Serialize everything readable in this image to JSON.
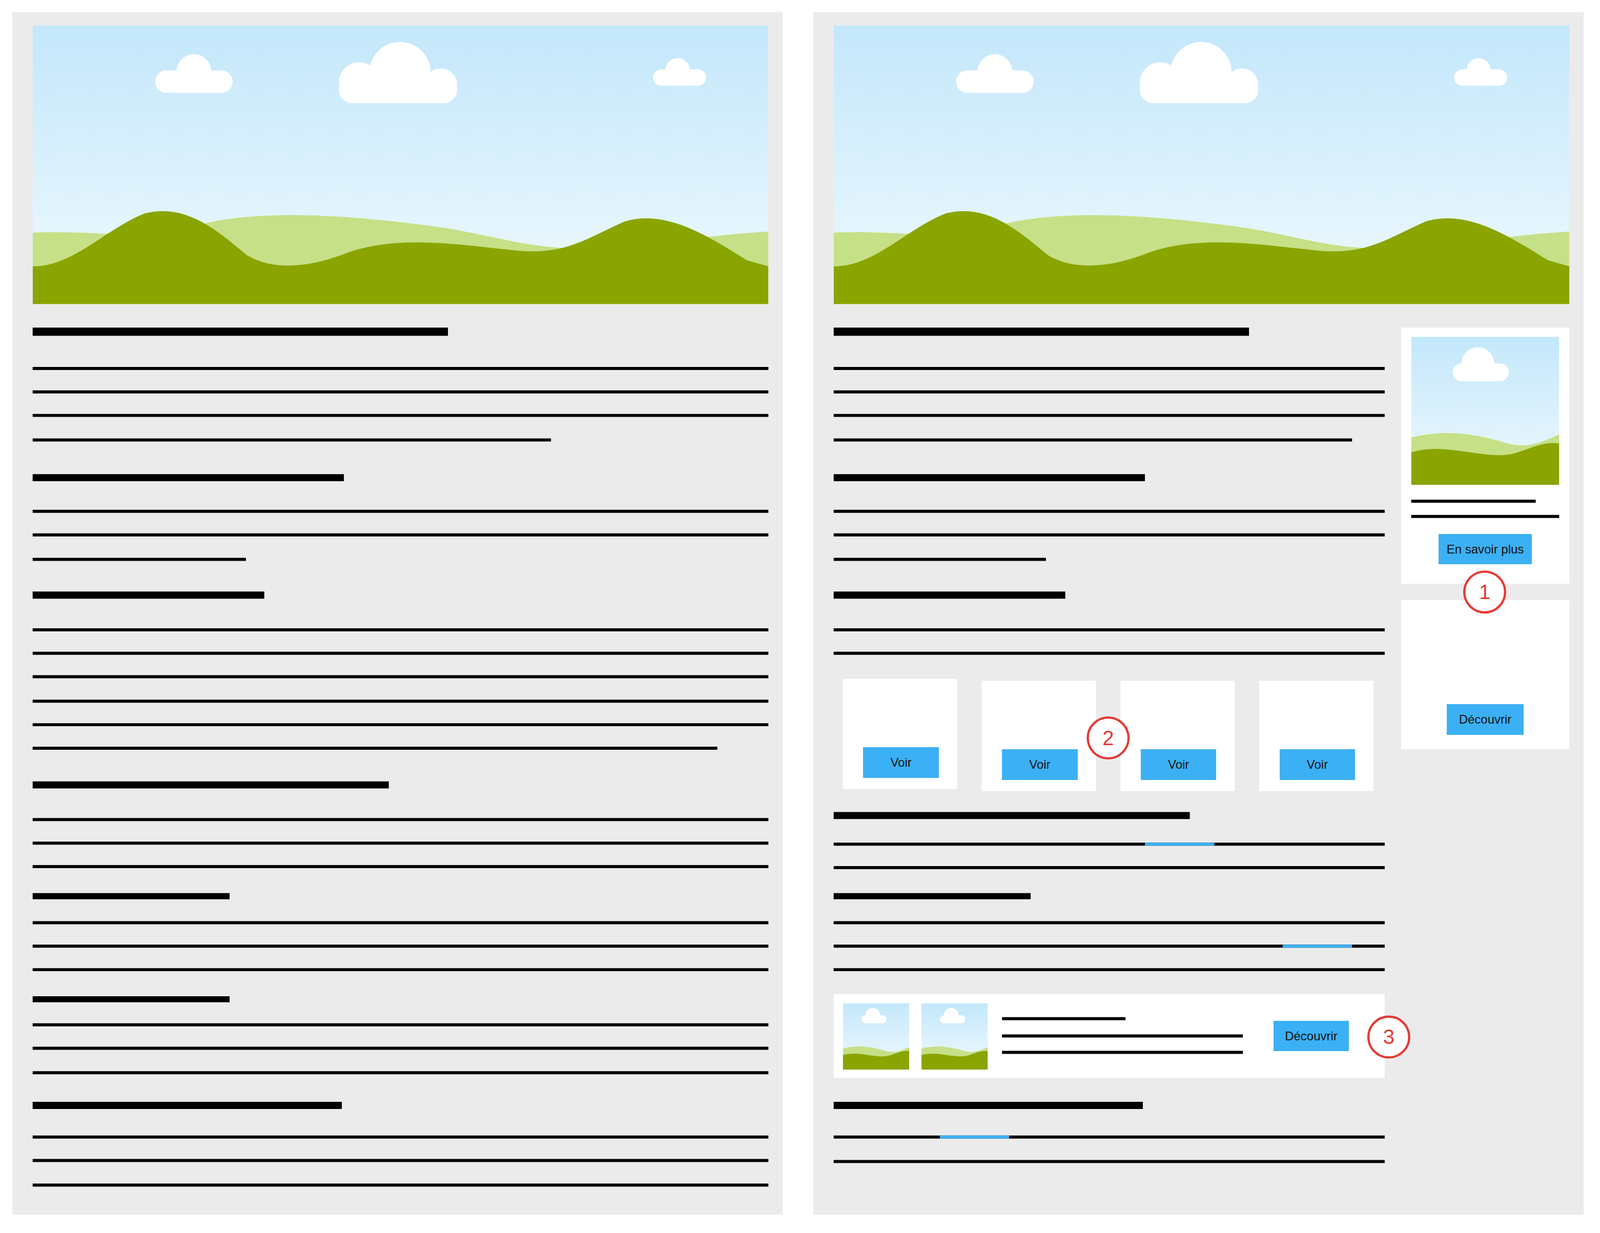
{
  "diagram": {
    "nodes": [
      {
        "text": [
          "En savoir plus"
        ]
      },
      {
        "text": [
          "Découvrir"
        ]
      },
      {
        "text": [
          "Voir"
        ]
      },
      {
        "text": [
          "Voir"
        ]
      },
      {
        "text": [
          "Voir"
        ]
      },
      {
        "text": [
          "Voir"
        ]
      },
      {
        "text": [
          "Découvrir"
        ]
      }
    ],
    "labels": [
      "1",
      "2",
      "3"
    ]
  }
}
